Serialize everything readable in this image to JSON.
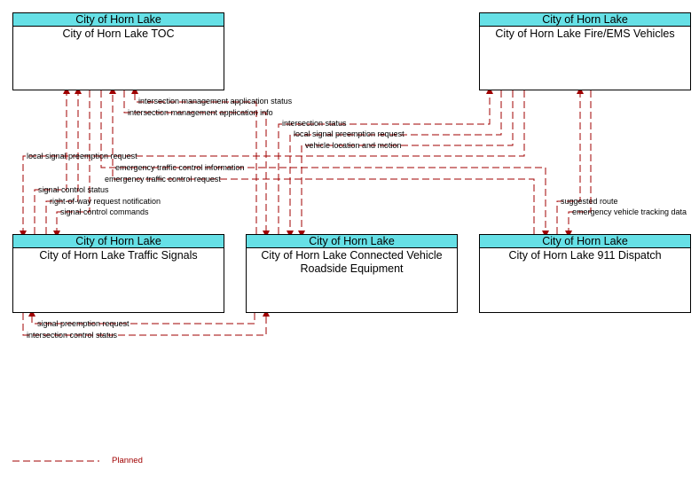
{
  "nodes": [
    {
      "id": "toc",
      "header": "City of Horn Lake",
      "title": "City of Horn Lake TOC"
    },
    {
      "id": "fire",
      "header": "City of Horn Lake",
      "title": "City of Horn Lake Fire/EMS Vehicles"
    },
    {
      "id": "signals",
      "header": "City of Horn Lake",
      "title": "City of Horn Lake Traffic Signals"
    },
    {
      "id": "cv",
      "header": "City of Horn Lake",
      "title": "City of Horn Lake Connected Vehicle Roadside Equipment"
    },
    {
      "id": "dispatch",
      "header": "City of Horn Lake",
      "title": "City of Horn Lake 911 Dispatch"
    }
  ],
  "flows": [
    {
      "label": "intersection management application status"
    },
    {
      "label": "intersection management application info"
    },
    {
      "label": "intersection status"
    },
    {
      "label": "local signal preemption request"
    },
    {
      "label": "vehicle location and motion"
    },
    {
      "label": "local signal preemption request"
    },
    {
      "label": "emergency traffic control information"
    },
    {
      "label": "emergency traffic control request"
    },
    {
      "label": "signal control status"
    },
    {
      "label": "right-of-way request notification"
    },
    {
      "label": "signal control commands"
    },
    {
      "label": "suggested route"
    },
    {
      "label": "emergency vehicle tracking data"
    },
    {
      "label": "signal preemption request"
    },
    {
      "label": "intersection control status"
    }
  ],
  "legend": {
    "label": "Planned",
    "color": "#a00000"
  }
}
